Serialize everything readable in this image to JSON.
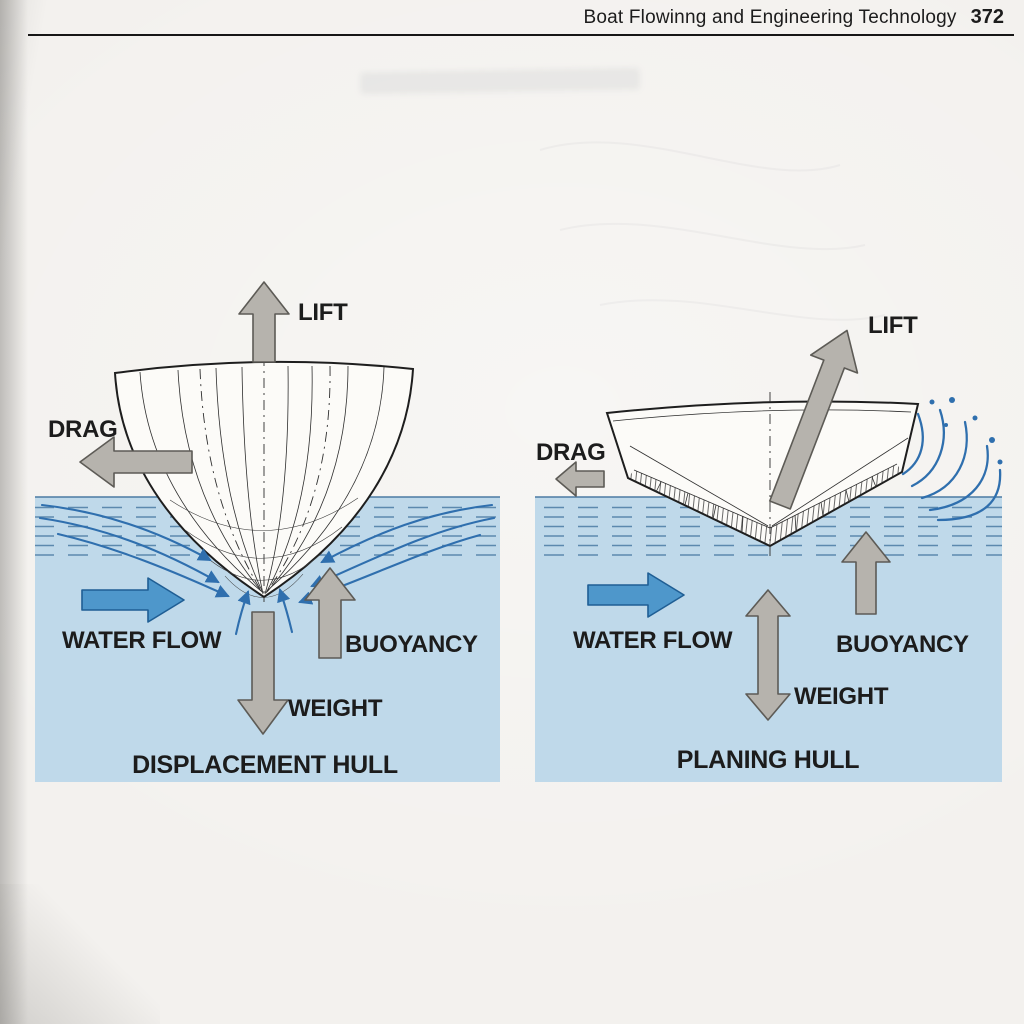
{
  "header": {
    "title": "Boat Flowinng and Engineering Technology",
    "page": "372"
  },
  "left_panel": {
    "caption": "DISPLACEMENT HULL",
    "labels": {
      "lift": "LIFT",
      "drag": "DRAG",
      "water_flow": "WATER FLOW",
      "buoyancy": "BUOYANCY",
      "weight": "WEIGHT"
    }
  },
  "right_panel": {
    "caption": "PLANING HULL",
    "labels": {
      "lift": "LIFT",
      "drag": "DRAG",
      "water_flow": "WATER FLOW",
      "buoyancy": "BUOYANCY",
      "weight": "WEIGHT"
    }
  },
  "colors": {
    "paper": "#f3f1ee",
    "ink": "#1c1c1c",
    "water": "#bfd9ea",
    "water_line": "#4b7ba3",
    "arrow_gray": "#b6b3ad",
    "arrow_blue": "#4e97cb",
    "flow_blue": "#2f6fae"
  }
}
